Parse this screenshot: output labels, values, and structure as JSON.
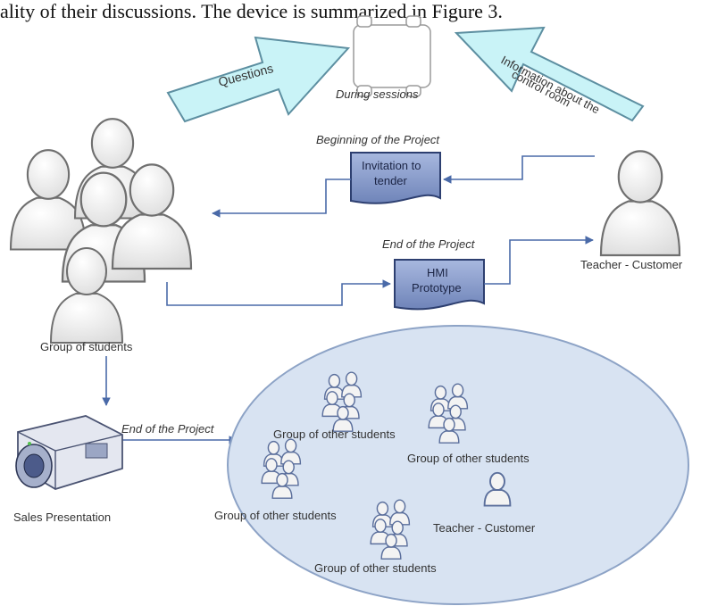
{
  "top_text": "ality of their discussions. The device is summarized in Figure 3.",
  "arrows": {
    "questions": "Questions",
    "information_line1": "Information about the",
    "information_line2": "control room"
  },
  "labels": {
    "during_sessions": "During sessions",
    "beginning_project": "Beginning  of the Project",
    "end_project_hmi": "End of the Project",
    "end_project_presentation": "End of the Project",
    "group_students": "Group of students",
    "teacher_customer_main": "Teacher - Customer",
    "sales_presentation": "Sales Presentation"
  },
  "documents": {
    "invitation_line1": "Invitation to",
    "invitation_line2": "tender",
    "hmi_line1": "HMI",
    "hmi_line2": "Prototype"
  },
  "ellipse_groups": {
    "g1": "Group of other students",
    "g2": "Group of other students",
    "g3": "Group of other students",
    "g4": "Group of other students",
    "teacher": "Teacher - Customer"
  },
  "colors": {
    "arrow_fill": "#c9f3f7",
    "arrow_stroke": "#5d8fa1",
    "connector": "#4a6aa8",
    "document_fill": "#7f94c7",
    "document_stroke": "#2d3f70",
    "ellipse_fill": "#d8e3f2",
    "ellipse_stroke": "#8da3c6",
    "person_fill": "#f2f2f2",
    "person_stroke": "#7a7a7a"
  }
}
